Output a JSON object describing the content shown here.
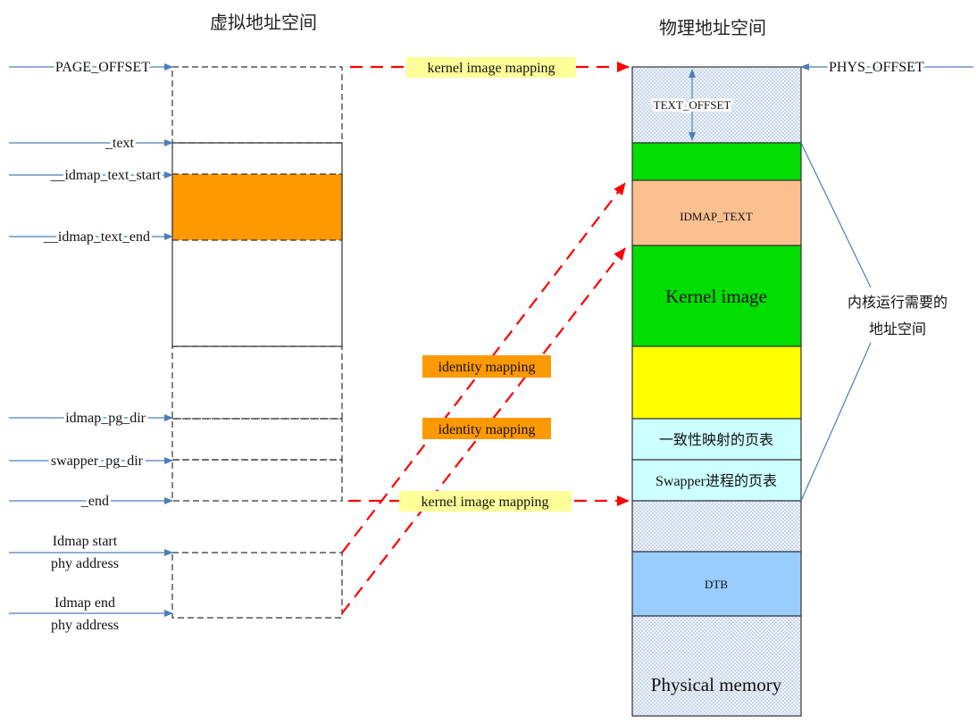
{
  "titles": {
    "virtual": "虚拟地址空间",
    "physical": "物理地址空间"
  },
  "virtual_labels": {
    "page_offset": "PAGE_OFFSET",
    "text": "_text",
    "idmap_text_start": "__idmap_text_start",
    "idmap_text_end": "__idmap_text_end",
    "idmap_pg_dir": "idmap_pg_dir",
    "swapper_pg_dir": "swapper_pg_dir",
    "end": "_end",
    "idmap_start_line1": "Idmap start",
    "idmap_start_line2": "phy address",
    "idmap_end_line1": "Idmap end",
    "idmap_end_line2": "phy address"
  },
  "physical_labels": {
    "phys_offset": "PHYS_OFFSET",
    "text_offset": "TEXT_OFFSET",
    "idmap_text": "IDMAP_TEXT",
    "kernel_image": "Kernel image",
    "idmap_page_table": "一致性映射的页表",
    "swapper_page_table": "Swapper进程的页表",
    "dtb": "DTB",
    "physical_memory": "Physical memory"
  },
  "mappings": {
    "kernel_image_mapping_top": "kernel image mapping",
    "kernel_image_mapping_bottom": "kernel image mapping",
    "identity_mapping_1": "identity mapping",
    "identity_mapping_2": "identity mapping"
  },
  "annotation": {
    "line1": "内核运行需要的",
    "line2": "地址空间"
  },
  "colors": {
    "virtual_yellow": "#ffff99",
    "virtual_green": "#ccffcc",
    "orange": "#ff9900",
    "cyan": "#ccffff",
    "kernel_green": "#00dd00",
    "idmap_peach": "#fac090",
    "bright_yellow": "#ffff00",
    "dtb_blue": "#99ccff",
    "label_yellow": "#ffff99",
    "arrow_red": "#ff0000",
    "arrow_blue": "#4a7ebb"
  }
}
